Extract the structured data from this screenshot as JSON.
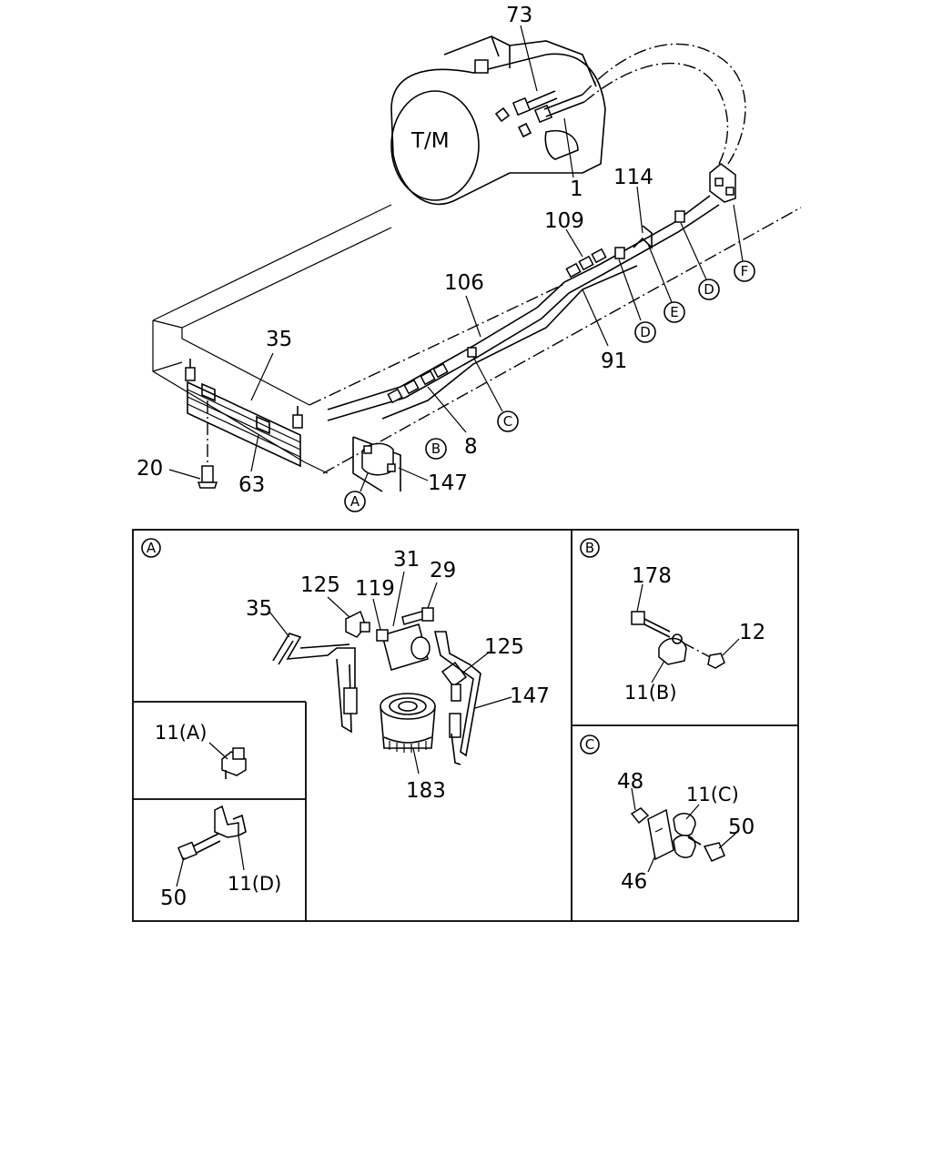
{
  "main_labels": {
    "tm": "T/M",
    "p73": "73",
    "p1": "1",
    "p114": "114",
    "p109": "109",
    "p106": "106",
    "p35": "35",
    "p91": "91",
    "p8": "8",
    "p20": "20",
    "p63": "63",
    "p147": "147"
  },
  "callouts": {
    "a": "A",
    "b": "B",
    "c": "C",
    "d": "D",
    "e": "E",
    "f": "F"
  },
  "detail_a": {
    "tag": "A",
    "p35": "35",
    "p125a": "125",
    "p119": "119",
    "p31": "31",
    "p29": "29",
    "p125b": "125",
    "p147": "147",
    "p183": "183"
  },
  "detail_11a": {
    "label": "11(A)"
  },
  "detail_11d": {
    "p50": "50",
    "label": "11(D)"
  },
  "detail_b": {
    "tag": "B",
    "p178": "178",
    "p12": "12",
    "label": "11(B)"
  },
  "detail_c": {
    "tag": "C",
    "p48": "48",
    "label": "11(C)",
    "p50": "50",
    "p46": "46"
  }
}
